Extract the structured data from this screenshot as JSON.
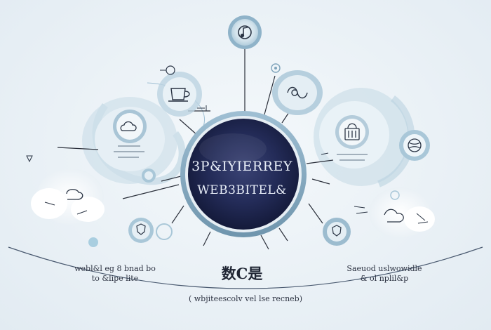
{
  "hub": {
    "line1": "3P&IYIERREY",
    "line2": "WEB3BITEL&"
  },
  "captions": {
    "left_line1": "webl&l eg 8 bnad bo",
    "left_line2": "to &lipe lite",
    "center_title": "数C是",
    "right_line1": "Saeuod uslwowidle",
    "right_line2": "& ol nplil&p",
    "bottom": "( wbjiteescolv vel lse recneb)"
  },
  "icons": {
    "top": "music-note-icon",
    "upper_left": "coffee-cup-icon",
    "upper_center_right": "link-icon",
    "left_node": "cloud-icon",
    "right_node": "bag-icon",
    "far_right": "ball-icon",
    "lower_left": "shield-icon",
    "lower_right": "shield-icon"
  },
  "colors": {
    "hub_dark": "#1a2147",
    "node_fill": "#c9dce8",
    "node_ring": "#8fb3c9",
    "line": "#2a2f3a"
  }
}
